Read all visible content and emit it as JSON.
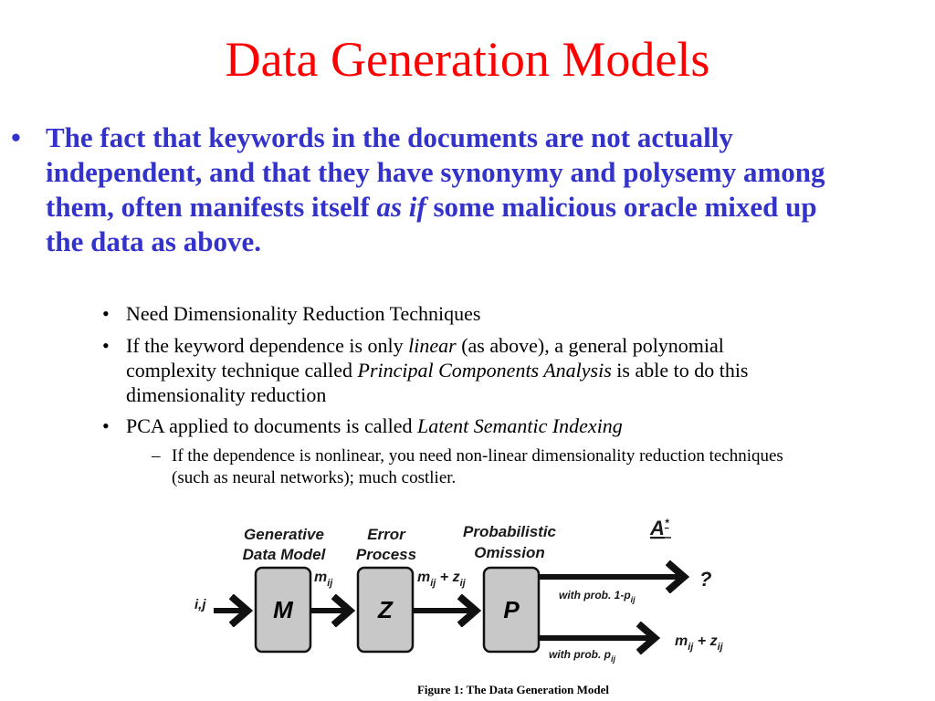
{
  "slide": {
    "title": "Data Generation Models",
    "main_bullet": {
      "text_a": "The fact that keywords in the documents are not actually independent, and that they have synonymy and polysemy among them, often manifests itself ",
      "em_a": "as if",
      "text_b": "  some malicious oracle mixed up the data as above."
    },
    "sub_bullets": [
      {
        "text_a": "Need Dimensionality Reduction Techniques"
      },
      {
        "text_a": "If the keyword dependence is only ",
        "em_a": "linear",
        "text_b": " (as above), a general polynomial complexity technique called ",
        "em_b": "Principal Components Analysis",
        "text_c": " is able to do this dimensionality reduction"
      },
      {
        "text_a": "PCA applied to documents is called ",
        "em_a": "Latent Semantic Indexing"
      }
    ],
    "sub_sub_bullets": [
      {
        "text_a": "If the dependence is nonlinear, you need non-linear dimensionality reduction techniques (such as neural networks); much costlier."
      }
    ],
    "bullet_glyph": "•",
    "dash_glyph": "–"
  },
  "diagram": {
    "stage_labels": {
      "generative_line1": "Generative",
      "generative_line2": "Data Model",
      "error_line1": "Error",
      "error_line2": "Process",
      "omission_line1": "Probabilistic",
      "omission_line2": "Omission"
    },
    "boxes": {
      "m": "M",
      "z": "Z",
      "p": "P"
    },
    "edge_labels": {
      "input": "i,j",
      "m_base": "m",
      "m_sub": "ij",
      "mz_m": "m",
      "mz_m_sub": "ij",
      "mz_plus": " + z",
      "mz_z_sub": "ij",
      "prob_top_a": "with prob. 1-p",
      "prob_top_sub": "ij",
      "prob_bot_a": "with prob. p",
      "prob_bot_sub": "ij",
      "out_top": "?",
      "out_bot_m": "m",
      "out_bot_m_sub": "ij",
      "out_bot_plus": " + z",
      "out_bot_z_sub": "ij",
      "a_star": "A",
      "a_star_sup": "*"
    },
    "caption": "Figure 1:  The Data Generation Model",
    "colors": {
      "box_fill": "#c8c8c8",
      "arrow": "#111111"
    }
  }
}
